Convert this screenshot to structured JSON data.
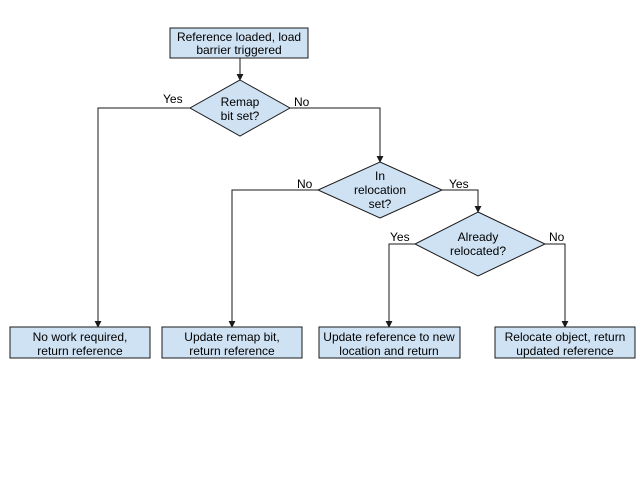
{
  "colors": {
    "node_fill": "#cfe2f3",
    "stroke": "#1a1a1a",
    "background": "#ffffff"
  },
  "nodes": {
    "start": {
      "line1": "Reference loaded, load",
      "line2": "barrier triggered"
    },
    "remap_decision": {
      "line1": "Remap",
      "line2": "bit set?"
    },
    "relocation_decision": {
      "line1": "In",
      "line2": "relocation",
      "line3": "set?"
    },
    "relocated_decision": {
      "line1": "Already",
      "line2": "relocated?"
    },
    "no_work": {
      "line1": "No work required,",
      "line2": "return reference"
    },
    "update_remap": {
      "line1": "Update remap bit,",
      "line2": "return reference"
    },
    "update_reference": {
      "line1": "Update reference to new",
      "line2": "location and return"
    },
    "relocate_object": {
      "line1": "Relocate object, return",
      "line2": "updated reference"
    }
  },
  "edges": {
    "remap_yes": "Yes",
    "remap_no": "No",
    "relocation_no": "No",
    "relocation_yes": "Yes",
    "relocated_yes": "Yes",
    "relocated_no": "No"
  }
}
